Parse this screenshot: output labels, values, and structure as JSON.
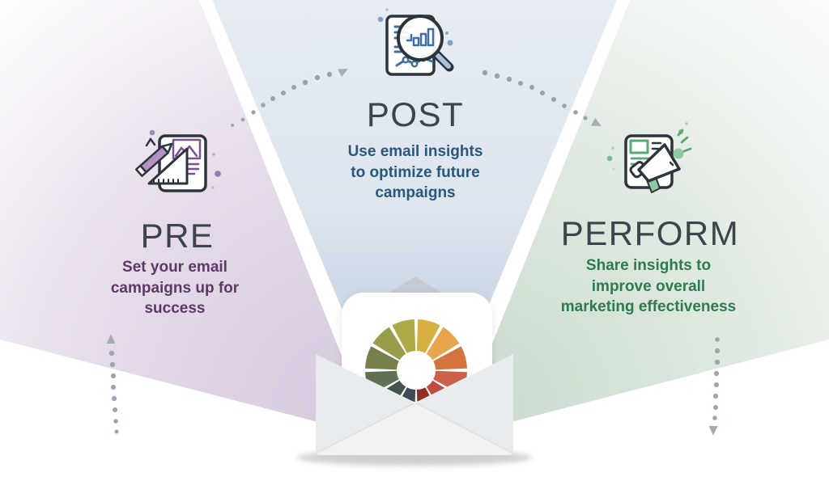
{
  "stages": [
    {
      "id": "pre",
      "title": "PRE",
      "subtitle_lines": [
        "Set your email",
        "campaigns up for",
        "success"
      ],
      "accent_color": "#5b3a66",
      "fan_color": "#d6c9de",
      "icon": "pencil-ruler-document-icon"
    },
    {
      "id": "post",
      "title": "POST",
      "subtitle_lines": [
        "Use email insights",
        "to optimize future",
        "campaigns"
      ],
      "accent_color": "#29587c",
      "fan_color": "#c2cedf",
      "icon": "analytics-magnifier-document-icon"
    },
    {
      "id": "perform",
      "title": "PERFORM",
      "subtitle_lines": [
        "Share insights to",
        "improve overall",
        "marketing effectiveness"
      ],
      "accent_color": "#2e7b50",
      "fan_color": "#c9dacd",
      "icon": "megaphone-document-icon"
    }
  ],
  "envelope": {
    "wheel_segment_colors": [
      "#d7b044",
      "#e9a54e",
      "#d4743f",
      "#ca6148",
      "#bf4b43",
      "#8e2f27",
      "#3f4b55",
      "#46524e",
      "#5e7154",
      "#75804b",
      "#999c48",
      "#adaa48"
    ]
  },
  "title_color": "#3d444b",
  "flow_dot_color": "#9aa3ad"
}
